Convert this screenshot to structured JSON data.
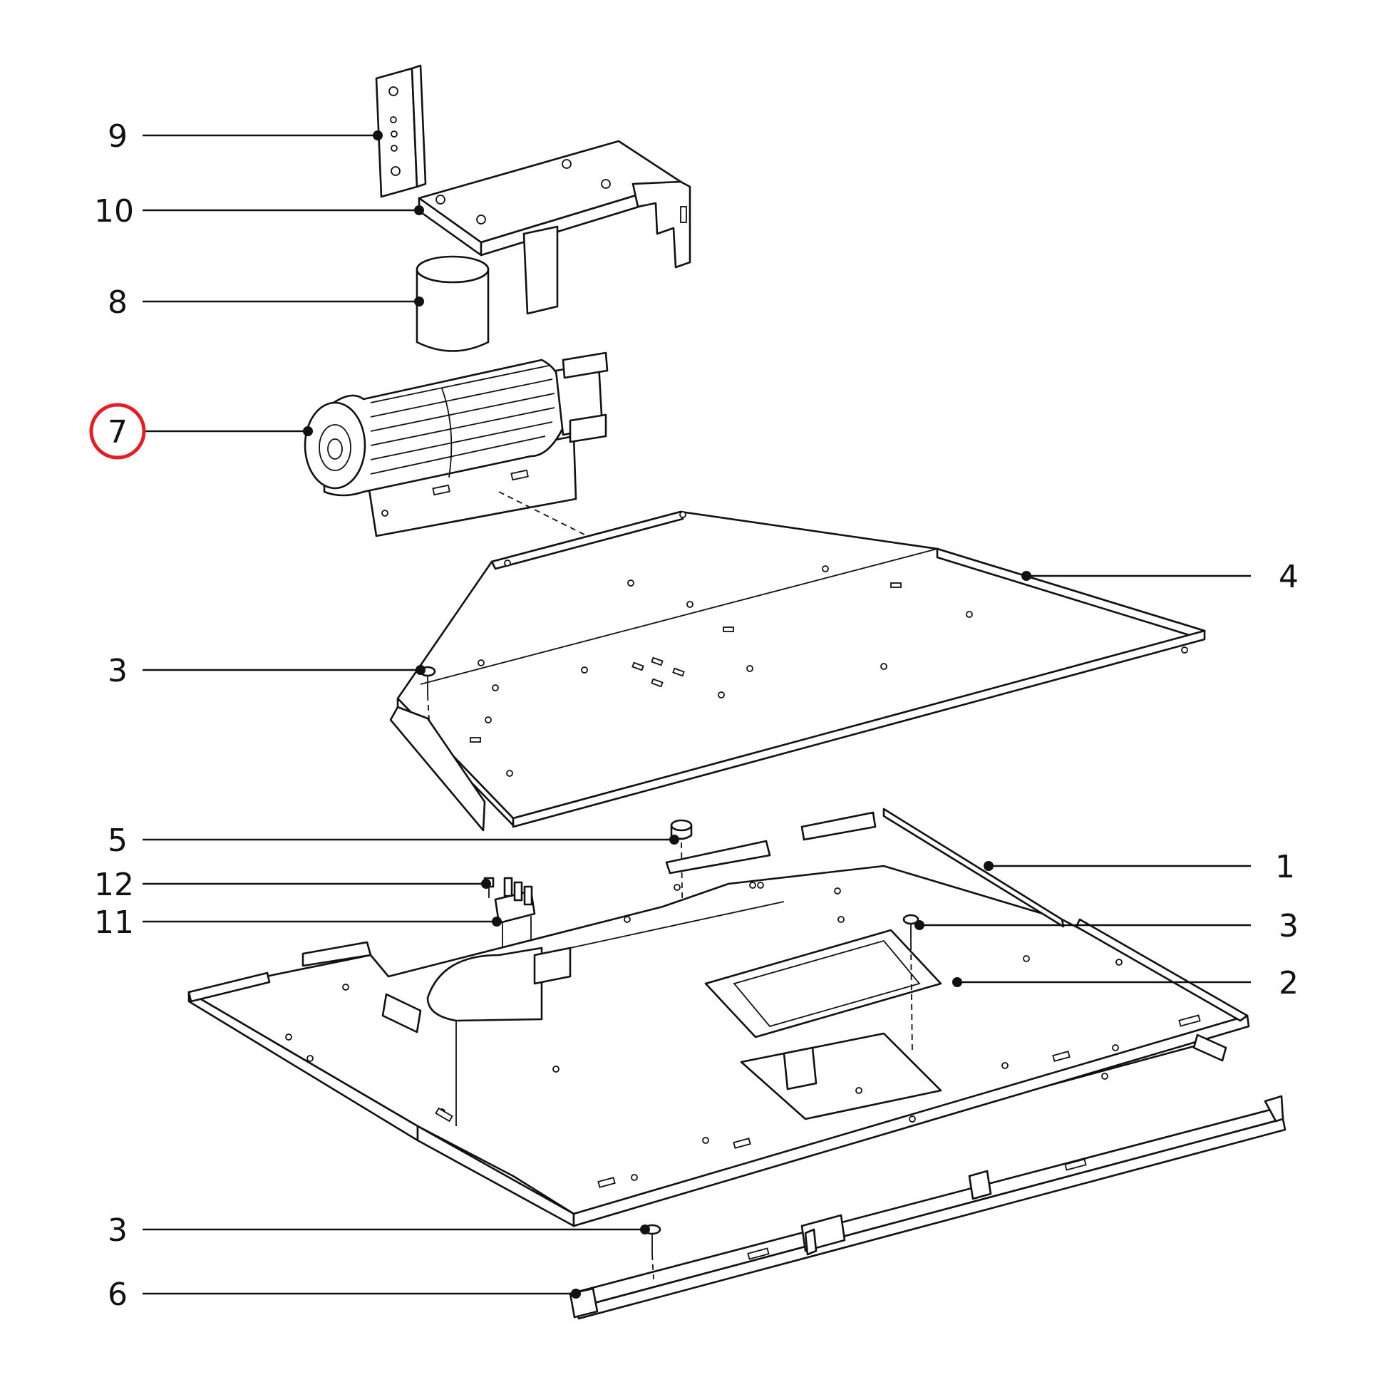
{
  "callouts": [
    {
      "id": "c9",
      "label": "9"
    },
    {
      "id": "c10",
      "label": "10"
    },
    {
      "id": "c8",
      "label": "8"
    },
    {
      "id": "c7",
      "label": "7"
    },
    {
      "id": "c3a",
      "label": "3"
    },
    {
      "id": "c4",
      "label": "4"
    },
    {
      "id": "c5",
      "label": "5"
    },
    {
      "id": "c12",
      "label": "12"
    },
    {
      "id": "c11",
      "label": "11"
    },
    {
      "id": "c1",
      "label": "1"
    },
    {
      "id": "c3b",
      "label": "3"
    },
    {
      "id": "c2",
      "label": "2"
    },
    {
      "id": "c3c",
      "label": "3"
    },
    {
      "id": "c6",
      "label": "6"
    }
  ],
  "highlight": {
    "label": "7",
    "color": "#e31e24"
  }
}
